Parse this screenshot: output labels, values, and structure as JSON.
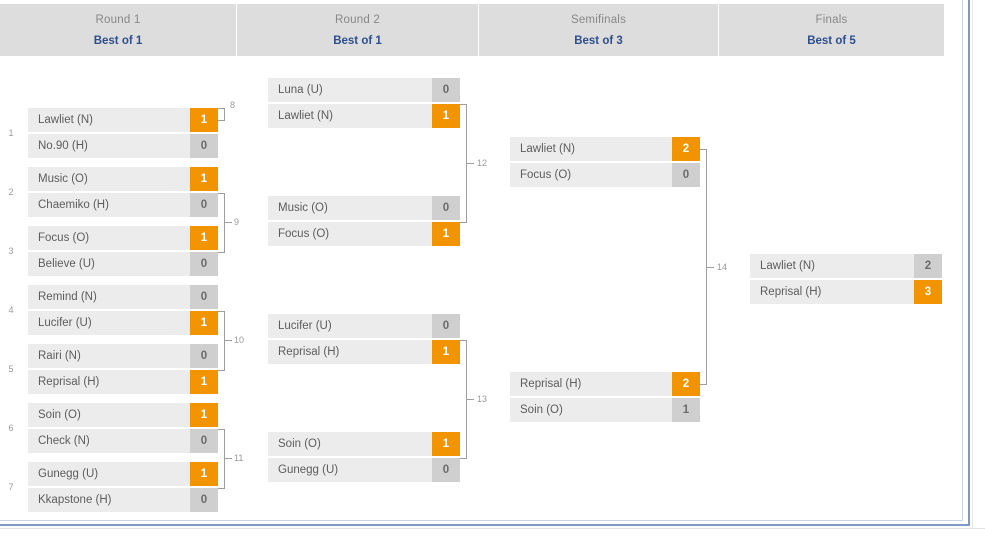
{
  "rounds": [
    {
      "title": "Round 1",
      "format": "Best of 1"
    },
    {
      "title": "Round 2",
      "format": "Best of 1"
    },
    {
      "title": "Semifinals",
      "format": "Best of 3"
    },
    {
      "title": "Finals",
      "format": "Best of 5"
    }
  ],
  "round1": [
    {
      "number": "1",
      "teams": [
        {
          "name": "Lawliet (N)",
          "score": "1",
          "winner": true
        },
        {
          "name": "No.90 (H)",
          "score": "0",
          "winner": false
        }
      ]
    },
    {
      "number": "2",
      "teams": [
        {
          "name": "Music (O)",
          "score": "1",
          "winner": true
        },
        {
          "name": "Chaemiko (H)",
          "score": "0",
          "winner": false
        }
      ]
    },
    {
      "number": "3",
      "teams": [
        {
          "name": "Focus (O)",
          "score": "1",
          "winner": true
        },
        {
          "name": "Believe (U)",
          "score": "0",
          "winner": false
        }
      ]
    },
    {
      "number": "4",
      "teams": [
        {
          "name": "Remind (N)",
          "score": "0",
          "winner": false
        },
        {
          "name": "Lucifer (U)",
          "score": "1",
          "winner": true
        }
      ]
    },
    {
      "number": "5",
      "teams": [
        {
          "name": "Rairi (N)",
          "score": "0",
          "winner": false
        },
        {
          "name": "Reprisal (H)",
          "score": "1",
          "winner": true
        }
      ]
    },
    {
      "number": "6",
      "teams": [
        {
          "name": "Soin (O)",
          "score": "1",
          "winner": true
        },
        {
          "name": "Check (N)",
          "score": "0",
          "winner": false
        }
      ]
    },
    {
      "number": "7",
      "teams": [
        {
          "name": "Gunegg (U)",
          "score": "1",
          "winner": true
        },
        {
          "name": "Kkapstone (H)",
          "score": "0",
          "winner": false
        }
      ]
    }
  ],
  "round2": [
    {
      "number": "8",
      "teams": [
        {
          "name": "Luna (U)",
          "score": "0",
          "winner": false
        },
        {
          "name": "Lawliet (N)",
          "score": "1",
          "winner": true
        }
      ]
    },
    {
      "number": "9",
      "teams": [
        {
          "name": "Music (O)",
          "score": "0",
          "winner": false
        },
        {
          "name": "Focus (O)",
          "score": "1",
          "winner": true
        }
      ]
    },
    {
      "number": "10",
      "teams": [
        {
          "name": "Lucifer (U)",
          "score": "0",
          "winner": false
        },
        {
          "name": "Reprisal (H)",
          "score": "1",
          "winner": true
        }
      ]
    },
    {
      "number": "11",
      "teams": [
        {
          "name": "Soin (O)",
          "score": "1",
          "winner": true
        },
        {
          "name": "Gunegg (U)",
          "score": "0",
          "winner": false
        }
      ]
    }
  ],
  "semifinals": [
    {
      "number": "12",
      "teams": [
        {
          "name": "Lawliet (N)",
          "score": "2",
          "winner": true
        },
        {
          "name": "Focus (O)",
          "score": "0",
          "winner": false
        }
      ]
    },
    {
      "number": "13",
      "teams": [
        {
          "name": "Reprisal (H)",
          "score": "2",
          "winner": true
        },
        {
          "name": "Soin (O)",
          "score": "1",
          "winner": false
        }
      ]
    }
  ],
  "finals": [
    {
      "number": "14",
      "teams": [
        {
          "name": "Lawliet (N)",
          "score": "2",
          "winner": false
        },
        {
          "name": "Reprisal (H)",
          "score": "3",
          "winner": true
        }
      ]
    }
  ],
  "colors": {
    "winner_score_bg": "#f29400",
    "loser_score_bg": "#cfcfcf",
    "row_bg": "#ececec",
    "header_bg": "#dddddd",
    "header_accent": "#2d4f8e",
    "panel_border": "#8099c4"
  }
}
